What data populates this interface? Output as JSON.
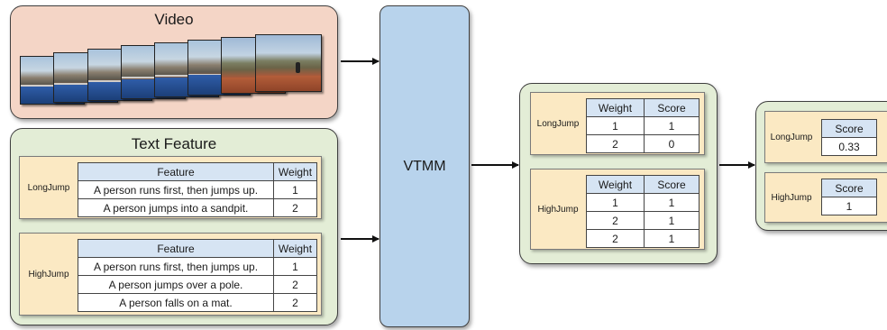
{
  "video_panel": {
    "title": "Video"
  },
  "text_panel": {
    "title": "Text Feature",
    "header": {
      "feature": "Feature",
      "weight": "Weight"
    },
    "groups": [
      {
        "label": "LongJump",
        "rows": [
          {
            "feature": "A person runs first, then jumps up.",
            "weight": "1"
          },
          {
            "feature": "A person jumps into a sandpit.",
            "weight": "2"
          }
        ]
      },
      {
        "label": "HighJump",
        "rows": [
          {
            "feature": "A person runs first, then jumps up.",
            "weight": "1"
          },
          {
            "feature": "A person jumps over a pole.",
            "weight": "2"
          },
          {
            "feature": "A person falls on a mat.",
            "weight": "2"
          }
        ]
      }
    ]
  },
  "model": {
    "label": "VTMM"
  },
  "score_panel": {
    "header": {
      "weight": "Weight",
      "score": "Score"
    },
    "groups": [
      {
        "label": "LongJump",
        "rows": [
          {
            "weight": "1",
            "score": "1"
          },
          {
            "weight": "2",
            "score": "0"
          }
        ]
      },
      {
        "label": "HighJump",
        "rows": [
          {
            "weight": "1",
            "score": "1"
          },
          {
            "weight": "2",
            "score": "1"
          },
          {
            "weight": "2",
            "score": "1"
          }
        ]
      }
    ]
  },
  "final_panel": {
    "header": "Score",
    "groups": [
      {
        "label": "LongJump",
        "score": "0.33"
      },
      {
        "label": "HighJump",
        "score": "1"
      }
    ]
  }
}
